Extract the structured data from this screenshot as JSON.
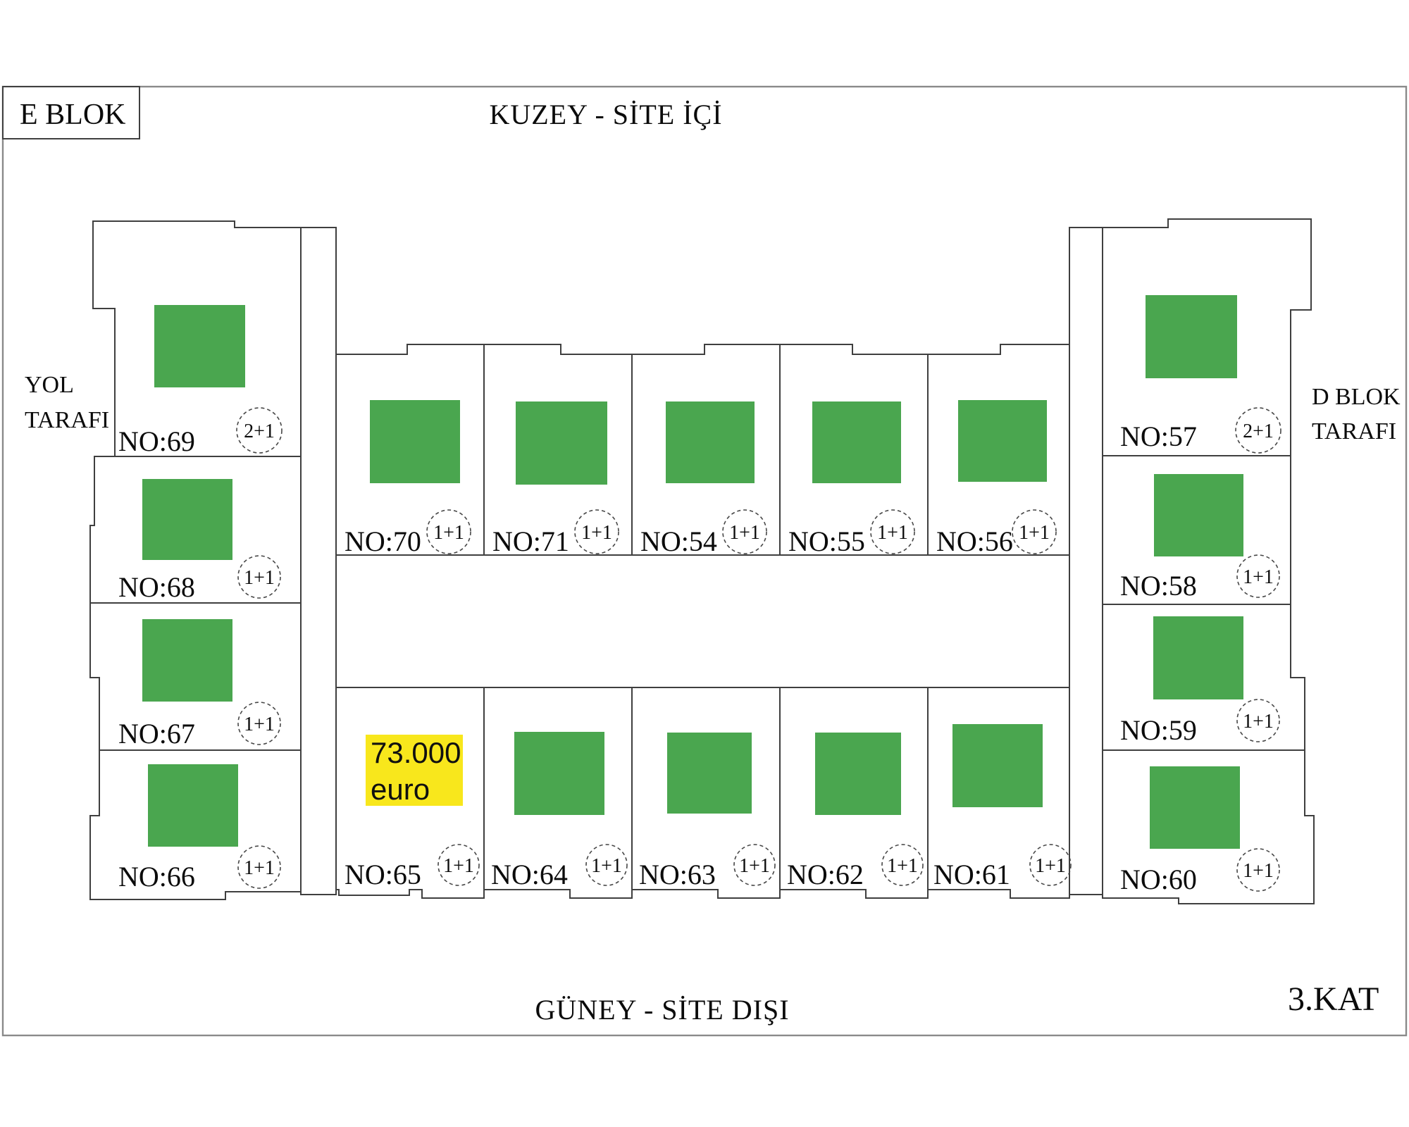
{
  "plan": {
    "block_label": "E BLOK",
    "floor_label": "3.KAT",
    "north_label": "KUZEY - SİTE İÇİ",
    "south_label": "GÜNEY - SİTE DIŞI",
    "west_label_line1": "YOL",
    "west_label_line2": "TARAFI",
    "east_label_line1": "D BLOK",
    "east_label_line2": "TARAFI"
  },
  "colors": {
    "available_marker_green": "#4AA64F",
    "price_highlight_yellow": "#F8E71C",
    "wall_line": "#3f3f3f",
    "frame_line": "#8a8a8a"
  },
  "price_tag": {
    "unit": "NO:65",
    "line1": "73.000",
    "line2": "euro"
  },
  "units": [
    {
      "id": "69",
      "label": "NO:69",
      "type": "2+1",
      "marker": "green"
    },
    {
      "id": "68",
      "label": "NO:68",
      "type": "1+1",
      "marker": "green"
    },
    {
      "id": "67",
      "label": "NO:67",
      "type": "1+1",
      "marker": "green"
    },
    {
      "id": "66",
      "label": "NO:66",
      "type": "1+1",
      "marker": "green"
    },
    {
      "id": "70",
      "label": "NO:70",
      "type": "1+1",
      "marker": "green"
    },
    {
      "id": "71",
      "label": "NO:71",
      "type": "1+1",
      "marker": "green"
    },
    {
      "id": "54",
      "label": "NO:54",
      "type": "1+1",
      "marker": "green"
    },
    {
      "id": "55",
      "label": "NO:55",
      "type": "1+1",
      "marker": "green"
    },
    {
      "id": "56",
      "label": "NO:56",
      "type": "1+1",
      "marker": "green"
    },
    {
      "id": "65",
      "label": "NO:65",
      "type": "1+1",
      "marker": "price"
    },
    {
      "id": "64",
      "label": "NO:64",
      "type": "1+1",
      "marker": "green"
    },
    {
      "id": "63",
      "label": "NO:63",
      "type": "1+1",
      "marker": "green"
    },
    {
      "id": "62",
      "label": "NO:62",
      "type": "1+1",
      "marker": "green"
    },
    {
      "id": "61",
      "label": "NO:61",
      "type": "1+1",
      "marker": "green"
    },
    {
      "id": "57",
      "label": "NO:57",
      "type": "2+1",
      "marker": "green"
    },
    {
      "id": "58",
      "label": "NO:58",
      "type": "1+1",
      "marker": "green"
    },
    {
      "id": "59",
      "label": "NO:59",
      "type": "1+1",
      "marker": "green"
    },
    {
      "id": "60",
      "label": "NO:60",
      "type": "1+1",
      "marker": "green"
    }
  ]
}
